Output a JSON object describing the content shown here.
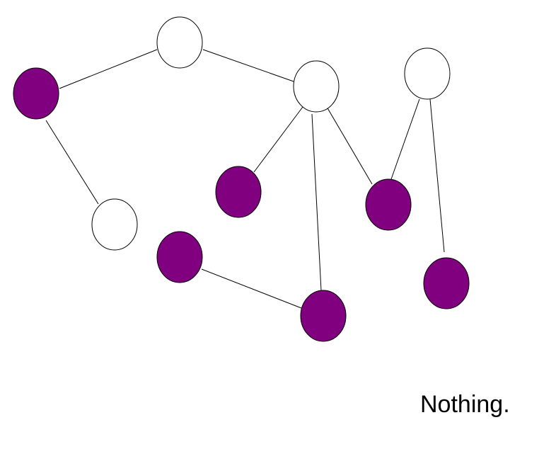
{
  "diagram": {
    "caption": "Nothing.",
    "colors": {
      "filled": "#800080",
      "empty": "#ffffff",
      "stroke": "#000000"
    },
    "nodes": [
      {
        "id": "n-top",
        "filled": false
      },
      {
        "id": "n-left",
        "filled": true
      },
      {
        "id": "n-hub",
        "filled": false
      },
      {
        "id": "n-right",
        "filled": false
      },
      {
        "id": "n-lower-left",
        "filled": false
      },
      {
        "id": "n-mid",
        "filled": true
      },
      {
        "id": "n-center-right",
        "filled": true
      },
      {
        "id": "n-bottom-left",
        "filled": true
      },
      {
        "id": "n-bottom",
        "filled": true
      },
      {
        "id": "n-far-right",
        "filled": true
      }
    ],
    "edges": [
      [
        "n-left",
        "n-top"
      ],
      [
        "n-top",
        "n-hub"
      ],
      [
        "n-left",
        "n-lower-left"
      ],
      [
        "n-hub",
        "n-mid"
      ],
      [
        "n-hub",
        "n-bottom"
      ],
      [
        "n-hub",
        "n-center-right"
      ],
      [
        "n-right",
        "n-center-right"
      ],
      [
        "n-right",
        "n-far-right"
      ],
      [
        "n-bottom-left",
        "n-bottom"
      ]
    ]
  }
}
